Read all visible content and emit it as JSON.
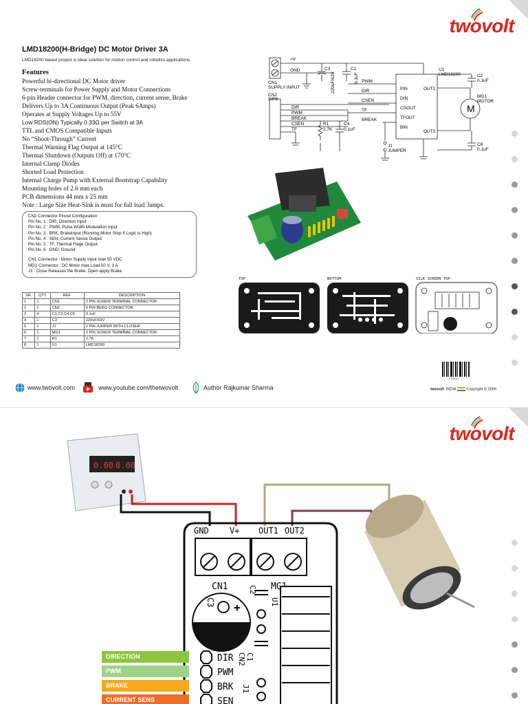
{
  "brand": {
    "name": "twovolt",
    "color": "#e1241b"
  },
  "title": "LMD18200(H-Bridge) DC Motor Driver 3A",
  "subtitle": "LMD18200 based project is ideal solution for motion control and robotics applications.",
  "features_heading": "Features",
  "features": [
    "Powerful bi-directional DC Motor driver",
    "Screw-terminals for Power Supply and Motor Connections",
    " 6-pin Header  connector for PWM, direction, current sense, Brake",
    "Delivers Up to 3A Continuous Output (Peak 6Amps)",
    "Operates at Supply Voltages Up to 55V",
    "Low RDS(ON) Typically 0.33Ω per Switch at 3A",
    "TTL and CMOS Compatible Inputs",
    "No “Shoot-Through” Current",
    "Thermal Warning Flag Output at 145°C",
    "Thermal Shutdown (Outputs Off) at 170°C",
    "Internal Clamp Diodes",
    "Shorted Load Protection",
    "Internal Charge Pump with External Bootstrap Capability",
    "Mounting holes of 2.6 mm each",
    "PCB dimensions 44 mm x 25 mm",
    "Note : Large Size Heat-Sink is must for full load 3amps."
  ],
  "pinout": [
    "CN2 Connector Pinout Configuration :",
    "  Pin No. 1 : DIR, Direction Input",
    "  Pin No. 2 : PWM, Pulse Width Modulation Input",
    "  Pin No. 3 : BRK, BrakeInput (Running Motor Stop If Logic is High)",
    "  Pin No. 4 : SEN, Current Sense Output",
    "  Pin No. 5 : TF, Thermal Flage Output",
    "  Pin No. 6 : GND, Ground",
    "",
    "  CN1 Connector : Motor Supply Input max 50 VDC",
    "  MG1 Connector : DC Motor max Load 50 V, 3 A",
    "  J1 : Close Releases the Brake, Open apply Brake"
  ],
  "bom": {
    "headers": [
      "SR.",
      "QTY.",
      "REF.",
      "DESCRIPTION"
    ],
    "rows": [
      [
        "1",
        "1",
        "CN1",
        "2 PIN SCREW TERMINAL CONNECTOR"
      ],
      [
        "2",
        "1",
        "CN2",
        "6 PIN BERG CONNECTOR"
      ],
      [
        "3",
        "4",
        "C1,C2,C4,C6",
        "0.1uF"
      ],
      [
        "4",
        "1",
        "C3",
        "220uF/63V"
      ],
      [
        "5",
        "1",
        "J1",
        "2 PIN JUMPER WITH CLOSER"
      ],
      [
        "6",
        "1",
        "MG1",
        "2 PIN SCREW TERMINAL CONNECTOR"
      ],
      [
        "7",
        "1",
        "R1",
        "2.7K"
      ],
      [
        "8",
        "1",
        "U1",
        "LMD18200"
      ]
    ]
  },
  "schematic": {
    "cn1": "CN1",
    "cn1_sub": "SUPPLY INPUT",
    "vplus": "+V",
    "gnd": "GND",
    "c3": "C3",
    "c3_val": "220uF/63V",
    "c1": "C1",
    "c1_val": "0.1uF",
    "cn2": "CN2",
    "cn2_sub": "SIP6",
    "cn2_pins": [
      "DIR",
      "PWM",
      "BREAK",
      "CSEN",
      "TF"
    ],
    "nets": [
      "PWM",
      "DIR",
      "CSEN",
      "TF",
      "BREAK"
    ],
    "r1": "R1",
    "r1_val": "2.7K",
    "c4": "C4",
    "c4_val": "0.1uF",
    "j1": "J1",
    "jumper": "JUMPER",
    "u1": "U1",
    "u1_val": "LMD18200",
    "u1_pins": [
      "PIN",
      "DIN",
      "CSOUT",
      "TFOUT",
      "BIN"
    ],
    "u1_out": [
      "OUT1",
      "OUT2"
    ],
    "c2": "C2",
    "c2_val": "0.1uF",
    "c6": "C6",
    "c6_val": "0.1uF",
    "mg1": "MG1",
    "motor": "MOTOR",
    "m": "M"
  },
  "layout_labels": [
    "TOP",
    "BOTTOM",
    "SILK SCREEN TOP"
  ],
  "barcode_num": "030310",
  "footer": {
    "website": "www.twovolt.com",
    "youtube": "www.youtube.com/thetwovolt",
    "author": "Author Rajkumar Sharma",
    "brand": "twovolt",
    "country": "INDIA",
    "copyright": "Copyright © 2005"
  },
  "wiring": {
    "board_top_labels": [
      "GND",
      "V+",
      "OUT1",
      "OUT2"
    ],
    "silk": [
      "CN1",
      "MG1",
      "C3",
      "C2",
      "U1",
      "C1",
      "CN2",
      "J1",
      "DIR",
      "PWM",
      "BRK",
      "SEN"
    ],
    "psu_display": [
      "0.00",
      "0.00"
    ]
  },
  "signal_labels": [
    "DIRECTION",
    "PWM",
    "BRAKE",
    "CURRENT SENS"
  ]
}
